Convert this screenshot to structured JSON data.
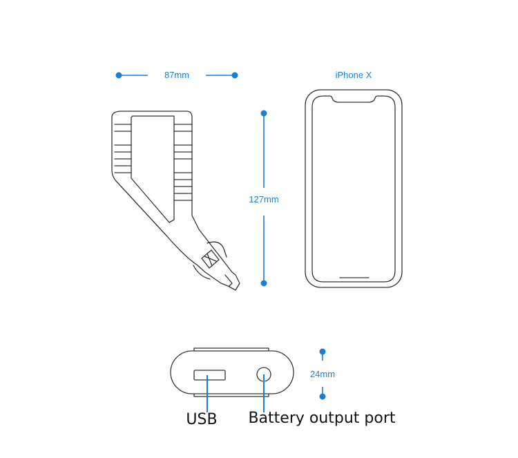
{
  "dimensions": {
    "width_label": "87mm",
    "height_label": "127mm",
    "thickness_label": "24mm"
  },
  "phone_label": "iPhone X",
  "callouts": {
    "usb": "USB",
    "battery": "Battery output port"
  },
  "colors": {
    "dimension": "#1a7fd4",
    "outline": "#333333",
    "label_text": "#111111"
  }
}
